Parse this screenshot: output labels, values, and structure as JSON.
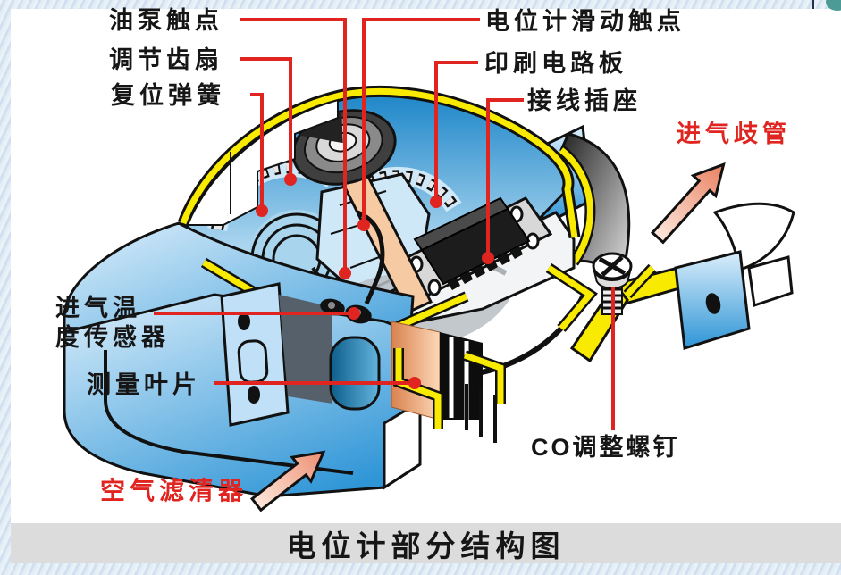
{
  "caption": "电位计部分结构图",
  "labels": {
    "oil_pump_contact": "油泵触点",
    "adjusting_gear_sector": "调节齿扇",
    "return_spring": "复位弹簧",
    "potentiometer_slider_contact": "电位计滑动触点",
    "printed_circuit_board": "印刷电路板",
    "wiring_socket": "接线插座",
    "intake_manifold": "进气歧管",
    "intake_temp_sensor_line1": "进气温",
    "intake_temp_sensor_line2": "度传感器",
    "measuring_vane": "测量叶片",
    "air_filter": "空气滤清器",
    "co_adjusting_screw": "CO调整螺钉"
  },
  "colors": {
    "leader_red": "#e02420",
    "trim_yellow": "#f8ea00",
    "housing_blue": "#3f9fda",
    "vane_orange": "#eda26e",
    "arrow_salmon": "#ee8866",
    "caption_bg": "#dcdcdc",
    "page_border_blue": "#d9e7f3"
  }
}
